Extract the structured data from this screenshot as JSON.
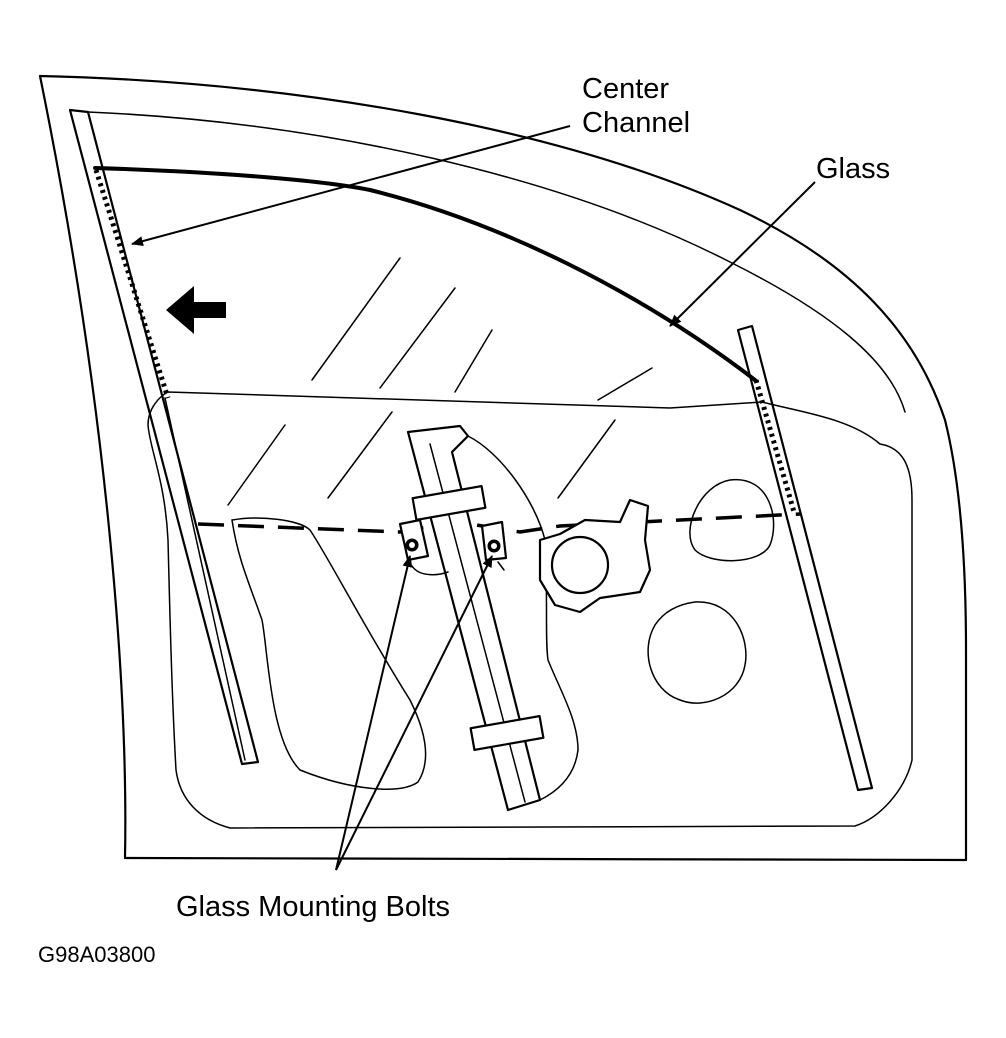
{
  "labels": {
    "center_channel": "Center\nChannel",
    "glass": "Glass",
    "glass_mounting_bolts": "Glass Mounting Bolts",
    "figure_code": "G98A03800"
  },
  "colors": {
    "line": "#000000",
    "background": "#ffffff"
  },
  "icons": {
    "direction_arrow": "arrow-left-icon"
  }
}
